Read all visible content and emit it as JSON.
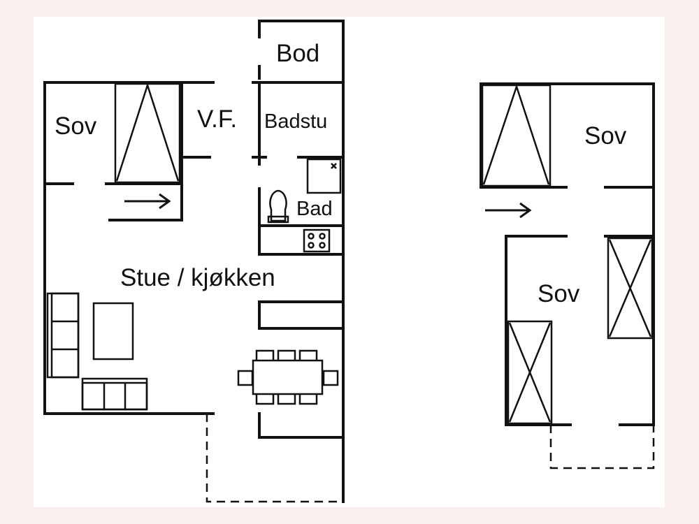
{
  "labels": {
    "bod": "Bod",
    "sov_left": "Sov",
    "vf": "V.F.",
    "badstu": "Badstu",
    "bad": "Bad",
    "stue": "Stue / kjøkken",
    "sov_right_top": "Sov",
    "sov_right_mid": "Sov"
  },
  "colors": {
    "background": "#f8efee",
    "sheet": "#ffffff",
    "ink": "#111111"
  }
}
